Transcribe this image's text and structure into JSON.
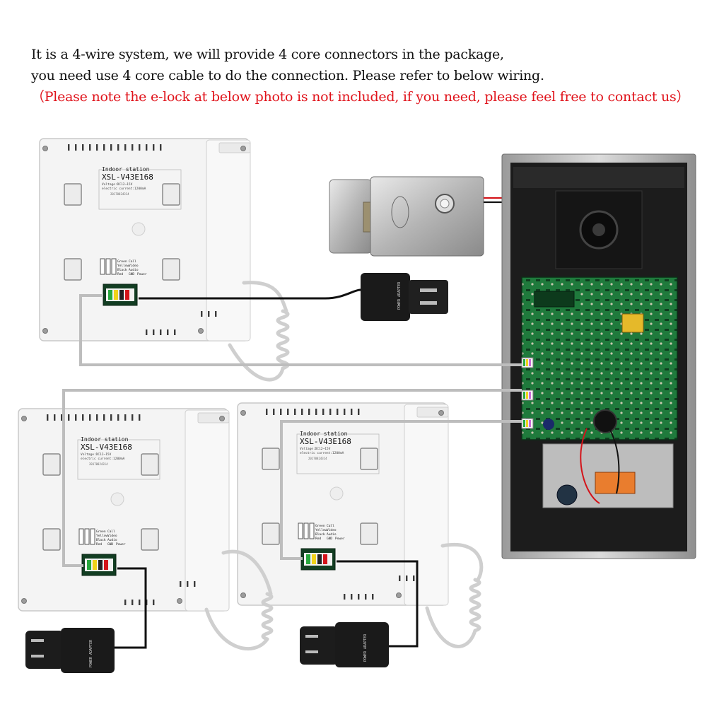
{
  "caption": {
    "line1": "It is a 4-wire system, we will provide 4 core connectors in the package,",
    "line2": "you need use 4 core cable to do the connection. Please refer to below wiring.",
    "note": "（Please note the e-lock at below photo is not included, if you need, please feel free to contact us）"
  },
  "indoor_units": [
    {
      "title": "Indoor station",
      "model": "XSL-V43E168",
      "spec1": "Voltage:DC12~15V",
      "spec2": "electric current:1200mA",
      "serial": "20170824314",
      "wires": [
        "Green",
        "Yellow",
        "Black",
        "Red"
      ],
      "wire_functions": [
        "Call",
        "Video",
        "Audio",
        "GND",
        "Power"
      ]
    },
    {
      "title": "Indoor station",
      "model": "XSL-V43E168",
      "spec1": "Voltage:DC12~15V",
      "spec2": "electric current:1200mA",
      "serial": "20170824314",
      "wires": [
        "Green",
        "Yellow",
        "Black",
        "Red"
      ],
      "wire_functions": [
        "Call",
        "Video",
        "Audio",
        "GND",
        "Power"
      ]
    },
    {
      "title": "Indoor station",
      "model": "XSL-V43E168",
      "spec1": "Voltage:DC12~15V",
      "spec2": "electric current:1200mA",
      "serial": "20170824314",
      "wires": [
        "Green",
        "Yellow",
        "Black",
        "Red"
      ],
      "wire_functions": [
        "Call",
        "Video",
        "Audio",
        "GND",
        "Power"
      ]
    }
  ],
  "adapter_label": "POWER ADAPTER",
  "colors": {
    "note_text": "#e0131b",
    "cable_gray": "#bdbdbd",
    "power_cable": "#111111",
    "lock_wire": "#d4141a",
    "pcb_green": "#1f7a3c",
    "panel_dark": "#1c1c1c"
  }
}
